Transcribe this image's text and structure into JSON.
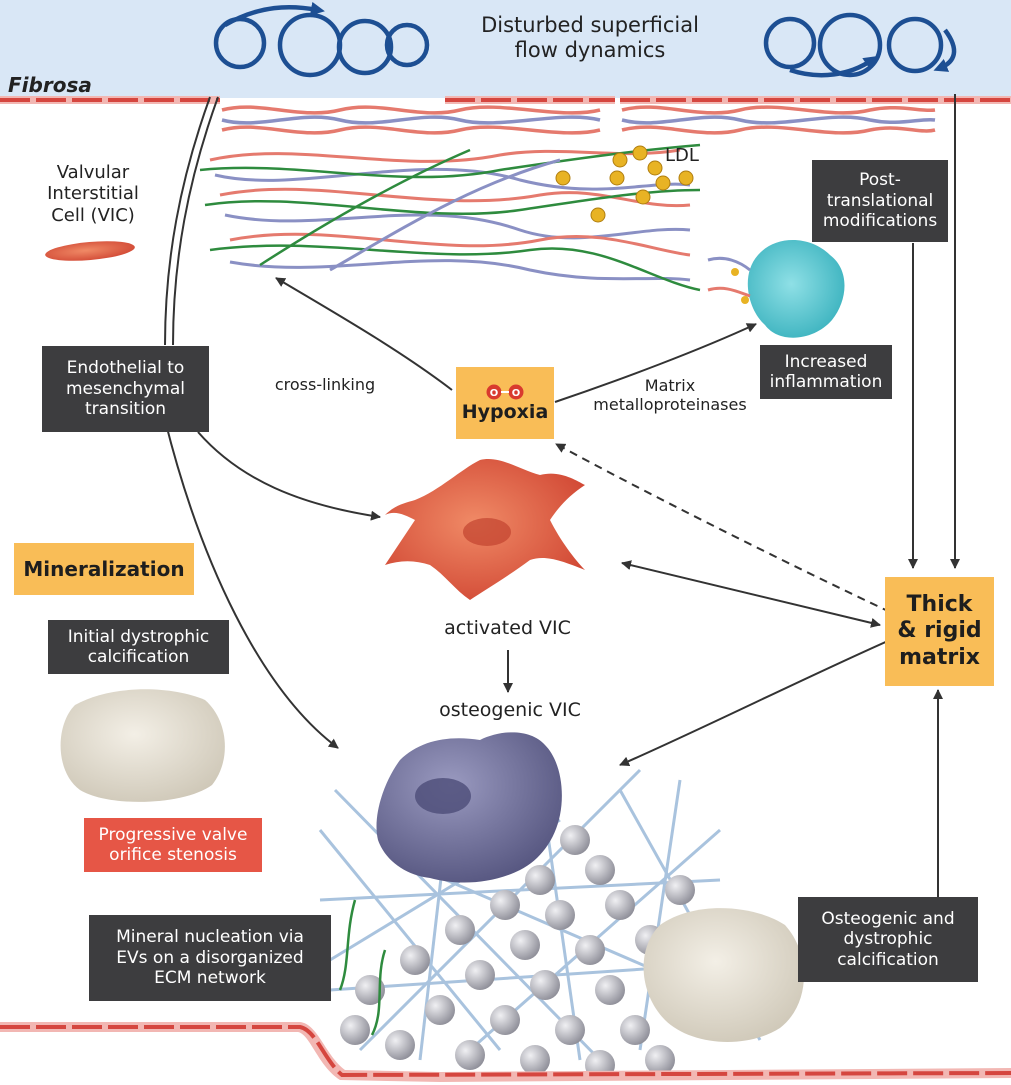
{
  "header": {
    "flow": "Disturbed superficial\nflow dynamics",
    "layer": "Fibrosa"
  },
  "labels": {
    "vic": "Valvular\nInterstitial\nCell (VIC)",
    "ldl": "LDL",
    "post": "Post-\ntranslational\nmodifications",
    "inflammation": "Increased\ninflammation",
    "emt": "Endothelial to\nmesenchymal\ntransition",
    "crosslink": "cross-linking",
    "hypoxia": "Hypoxia",
    "mmp": "Matrix\nmetalloproteinases",
    "mineralization": "Mineralization",
    "initial": "Initial dystrophic\ncalcification",
    "activated": "activated VIC",
    "osteogenic": "osteogenic VIC",
    "thick": "Thick\n& rigid\nmatrix",
    "stenosis": "Progressive valve\norifice stenosis",
    "nucleation": "Mineral nucleation via\nEVs on a disorganized\nECM network",
    "osteo_dys": "Osteogenic and\ndystrophic\ncalcification"
  },
  "colors": {
    "flow_band": "#d9e7f6",
    "flow_arrow": "#1d4f93",
    "dark_box": "#3d3d3f",
    "gold_box": "#f9bd57",
    "red_box": "#e65646",
    "cell_red": "#e0664a",
    "osteo_cell": "#6f6f9c"
  }
}
